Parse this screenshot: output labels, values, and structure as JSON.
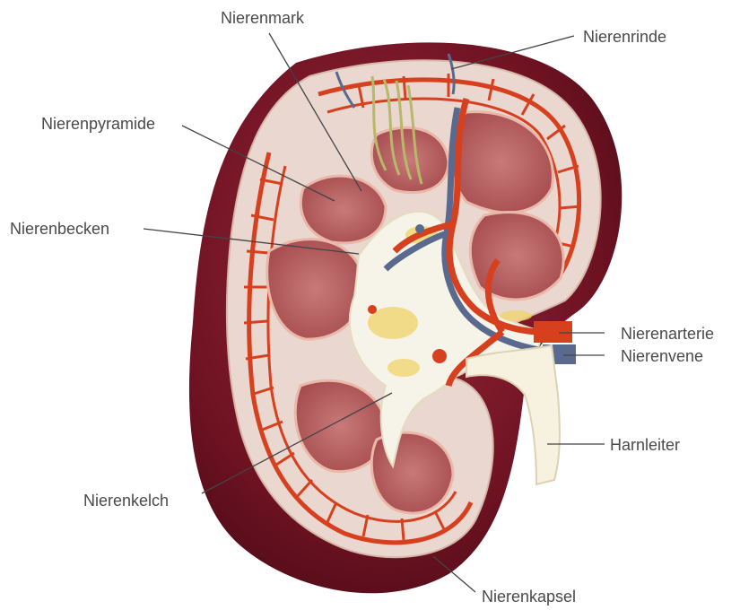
{
  "labels": {
    "nierenmark": "Nierenmark",
    "nierenrinde": "Nierenrinde",
    "nierenpyramide": "Nierenpyramide",
    "nierenbecken": "Nierenbecken",
    "nierenarterie": "Nierenarterie",
    "nierenvene": "Nierenvene",
    "harnleiter": "Harnleiter",
    "nierenkelch": "Nierenkelch",
    "nierenkapsel": "Nierenkapsel"
  },
  "colors": {
    "capsule": "#6e1222",
    "capsule_highlight": "#8d2333",
    "cortex": "#e9d6cf",
    "vessel_artery": "#d7401e",
    "vessel_vein": "#5a6a8e",
    "pyramid": "#b65a5c",
    "pelvis": "#f6f4e8",
    "fat": "#f0d36a",
    "ureter": "#f7f2df",
    "leader_line": "#444444"
  }
}
